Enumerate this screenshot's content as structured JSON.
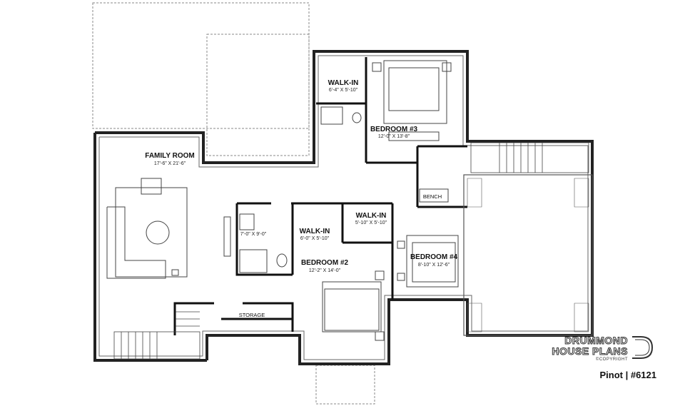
{
  "rooms": {
    "family_room": {
      "name": "FAMILY ROOM",
      "dim": "17'-6\" X 21'-6\""
    },
    "walkin_top": {
      "name": "WALK-IN",
      "dim": "6'-4\" X 5'-10\""
    },
    "bedroom3": {
      "name": "BEDROOM #3",
      "dim": "12'-0\" X 13'-8\""
    },
    "bath": {
      "dim": "7'-0\" X 9'-0\""
    },
    "walkin_mid": {
      "name": "WALK-IN",
      "dim": "6'-0\" X 5'-10\""
    },
    "walkin_right": {
      "name": "WALK-IN",
      "dim": "5'-10\" X 5'-10\""
    },
    "bedroom4": {
      "name": "BEDROOM #4",
      "dim": "8'-10\" X 12'-6\""
    },
    "bedroom2": {
      "name": "BEDROOM #2",
      "dim": "12'-2\" X 14'-0\""
    },
    "bench": "BENCH",
    "storage": "STORAGE"
  },
  "brand": {
    "line1": "DRUMMOND",
    "line2": "HOUSE PLANS",
    "copyright": "©COPYRIGHT",
    "plan_id": "Pinot | #6121"
  }
}
